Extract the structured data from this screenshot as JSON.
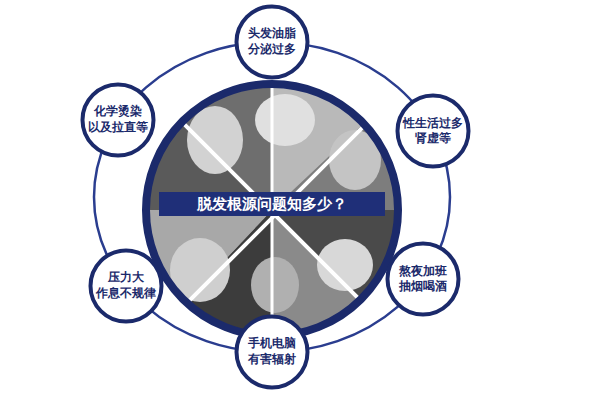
{
  "diagram": {
    "nodes": [
      {
        "text": [
          "脱发根源问题知多少？"
        ]
      },
      {
        "text": [
          "头发油脂 分泌过多"
        ]
      },
      {
        "text": [
          "性生活过多 肾虚等"
        ]
      },
      {
        "text": [
          "熬夜加班 抽烟喝酒"
        ]
      },
      {
        "text": [
          "手机电脑 有害辐射"
        ]
      },
      {
        "text": [
          "压力大 作息不规律"
        ]
      },
      {
        "text": [
          "化学烫染 以及拉直等"
        ]
      }
    ]
  }
}
